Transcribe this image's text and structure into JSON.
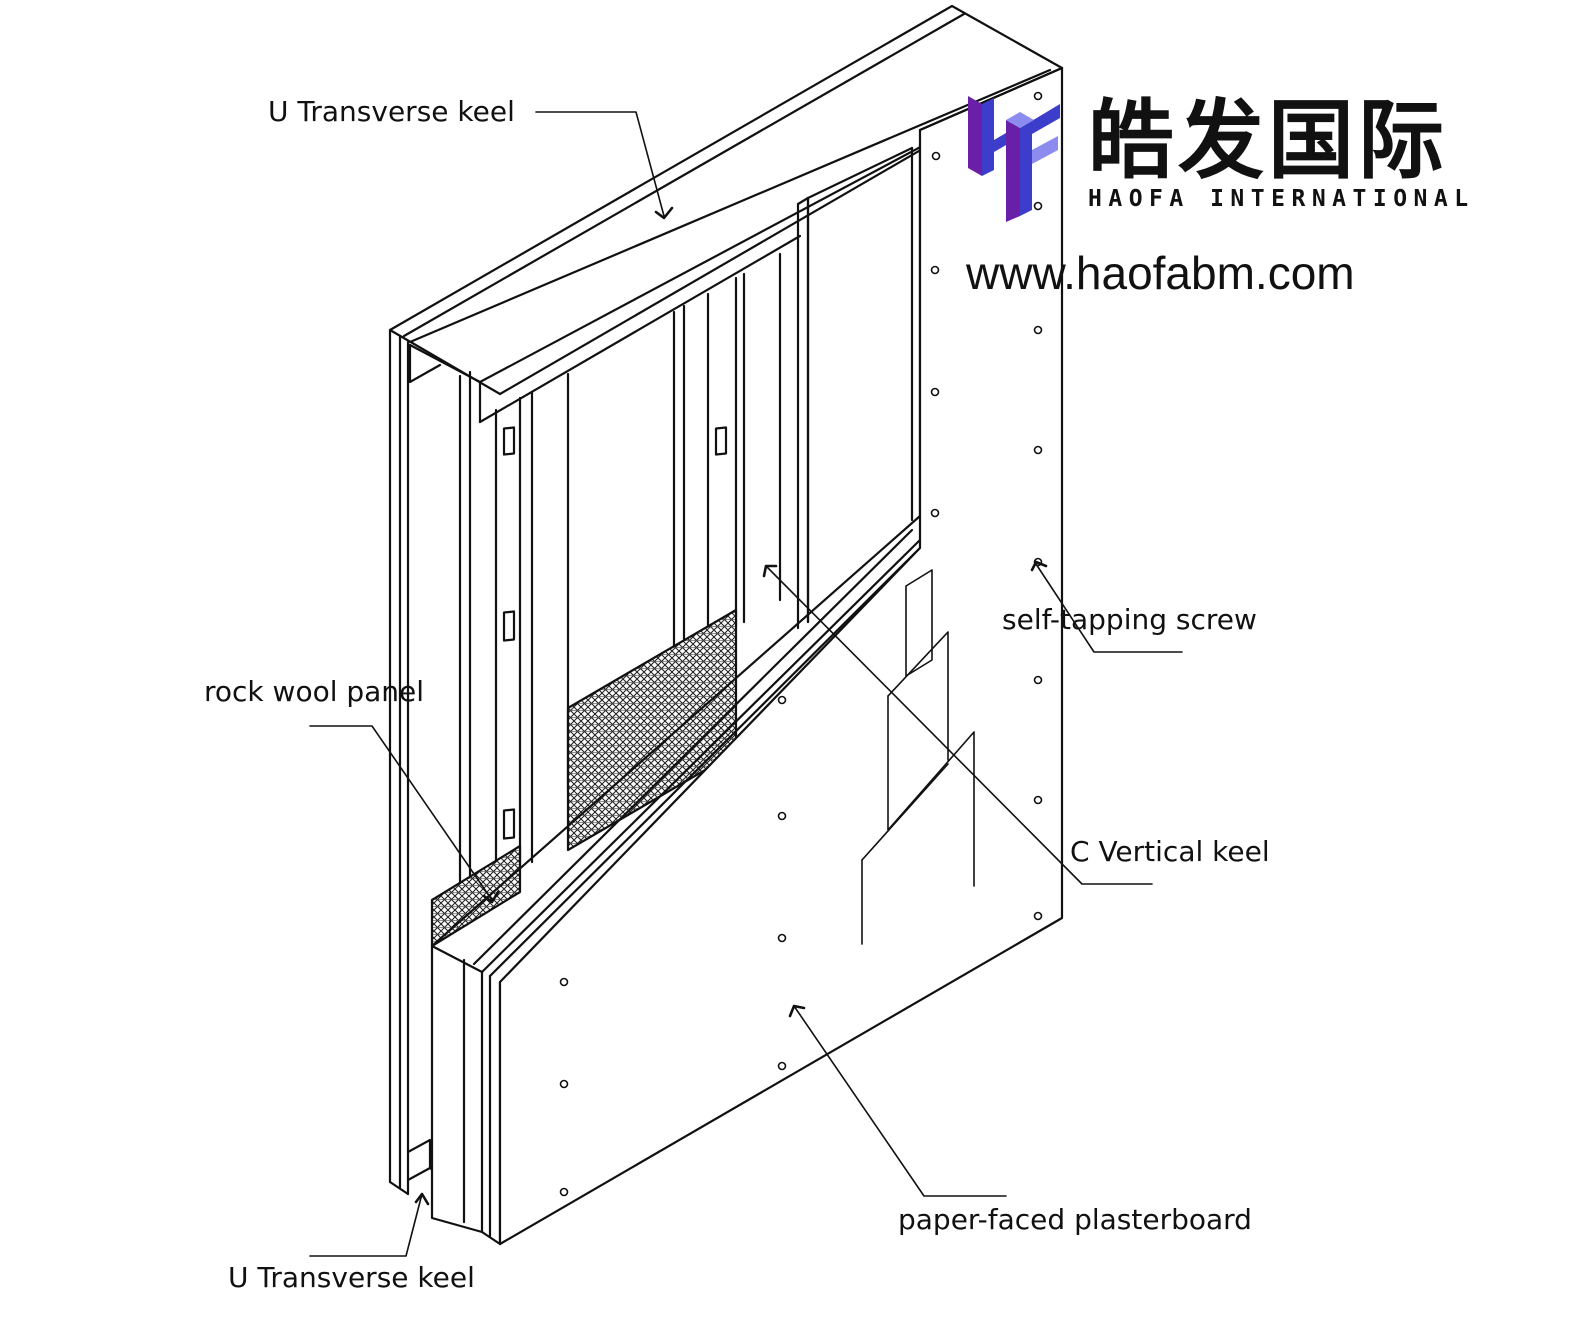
{
  "brand": {
    "name_cn": "皓发国际",
    "name_en": "HAOFA INTERNATIONAL",
    "url": "www.haofabm.com",
    "logo_colors": {
      "blue": "#3d3dcc",
      "purple": "#6a1fa8",
      "light": "#8c8cf0"
    }
  },
  "labels": {
    "top_keel": "U Transverse keel",
    "rock_wool": "rock wool panel",
    "screw": "self-tapping screw",
    "vertical_keel": "C Vertical keel",
    "plasterboard": "paper-faced plasterboard",
    "bottom_keel": "U Transverse keel"
  },
  "colors": {
    "line": "#111111",
    "background": "#ffffff"
  }
}
